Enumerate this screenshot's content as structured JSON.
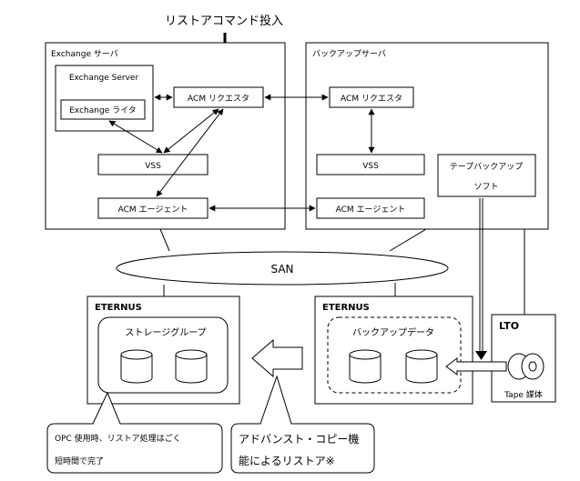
{
  "command_label": "リストアコマンド投入",
  "exchange_server_box": {
    "title": "Exchange サーバ",
    "inner_title": "Exchange Server",
    "writer": "Exchange ライタ",
    "requester": "ACM リクエスタ",
    "vss": "VSS",
    "agent": "ACM エージェント"
  },
  "backup_server_box": {
    "title": "バックアップサーバ",
    "requester": "ACM リクエスタ",
    "vss": "VSS",
    "agent": "ACM エージェント",
    "tape_software_line1": "テープバックアップ",
    "tape_software_line2": "ソフト"
  },
  "san_label": "SAN",
  "storage_left": {
    "title": "ETERNUS",
    "group_label": "ストレージグループ"
  },
  "storage_right": {
    "title": "ETERNUS",
    "group_label": "バックアップデータ"
  },
  "lto": {
    "title": "LTO",
    "media_label": "Tape 媒体"
  },
  "callout_left": {
    "line1": "OPC 使用時、リストア処理はごく",
    "line2": "短時間で完了"
  },
  "callout_right": {
    "line1": "アドバンスト・コピー機",
    "line2": "能によるリストア※"
  }
}
